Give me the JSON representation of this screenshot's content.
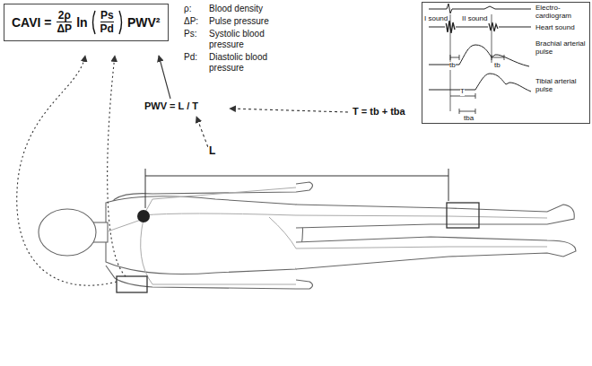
{
  "diagram": {
    "nodes": [
      {
        "text": [
          "CAVI =",
          "2ρ",
          "ΔP",
          "ln",
          "Ps",
          "Pd",
          "PWV²"
        ]
      },
      {
        "text": [
          "I sound",
          "II sound",
          "Electro- cardiogram",
          "Heart sound",
          "Brachial arterial pulse",
          "Tibial arterial pulse",
          "tb",
          "tb",
          "T",
          "tba"
        ]
      }
    ],
    "labels": [
      "ρ:",
      "Blood density",
      "ΔP:",
      "Pulse pressure",
      "Ps:",
      "Systolic blood pressure",
      "Pd:",
      "Diastolic blood pressure",
      "PWV = L / T",
      "T = tb + tba",
      "L"
    ]
  }
}
